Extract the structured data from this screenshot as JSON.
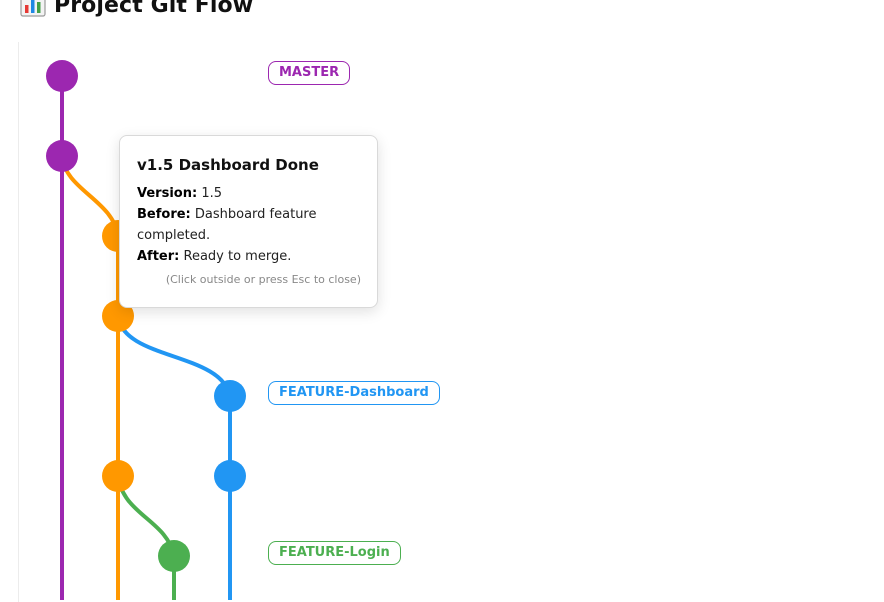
{
  "header": {
    "icon": "bar-chart-icon",
    "title": "Project Git Flow"
  },
  "colors": {
    "master": "#9c27b0",
    "develop": "#ff9800",
    "feature_dashboard": "#2196f3",
    "feature_login": "#4caf50"
  },
  "branches": {
    "master": "MASTER",
    "feature_dashboard": "FEATURE-Dashboard",
    "feature_login": "FEATURE-Login"
  },
  "tooltip": {
    "title": "v1.5 Dashboard Done",
    "version_label": "Version:",
    "version_value": "1.5",
    "before_label": "Before:",
    "before_value": "Dashboard feature completed.",
    "after_label": "After:",
    "after_value": "Ready to merge.",
    "hint": "(Click outside or press Esc to close)"
  }
}
